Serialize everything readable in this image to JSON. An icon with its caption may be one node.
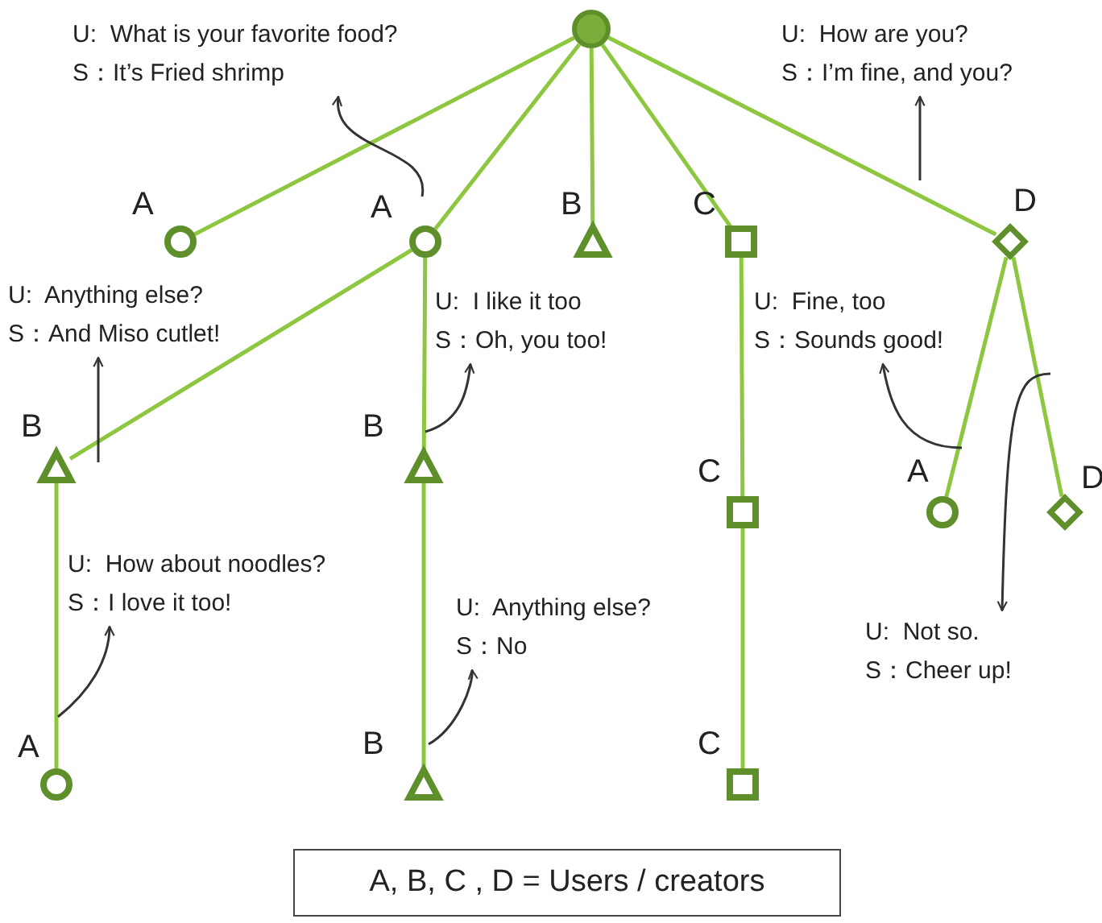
{
  "diagram": {
    "nodes": [
      {
        "text": [],
        "shape": "circle"
      },
      {
        "text": [],
        "shape": "circle",
        "beside": [
          "A"
        ]
      },
      {
        "text": [],
        "shape": "circle",
        "beside": [
          "A"
        ]
      },
      {
        "text": [],
        "shape": "triangle",
        "beside": [
          "B"
        ]
      },
      {
        "text": [],
        "shape": "box",
        "beside": [
          "C"
        ]
      },
      {
        "text": [],
        "shape": "diamond",
        "beside": [
          "D"
        ]
      },
      {
        "text": [],
        "shape": "triangle",
        "beside": [
          "B"
        ]
      },
      {
        "text": [],
        "shape": "triangle",
        "beside": [
          "B"
        ]
      },
      {
        "text": [],
        "shape": "box",
        "beside": [
          "C"
        ]
      },
      {
        "text": [],
        "shape": "circle",
        "beside": [
          "A"
        ]
      },
      {
        "text": [],
        "shape": "diamond",
        "beside": [
          "D"
        ]
      },
      {
        "text": [],
        "shape": "circle",
        "beside": [
          "A"
        ]
      },
      {
        "text": [],
        "shape": "triangle",
        "beside": [
          "B"
        ]
      },
      {
        "text": [],
        "shape": "box",
        "beside": [
          "C"
        ]
      },
      {
        "text": [
          "U:  What is your favorite food?",
          "S：It’s Fried shrimp"
        ]
      },
      {
        "text": [
          "U:  How are you?",
          "S：I’m fine, and you?"
        ]
      },
      {
        "text": [
          "U:  Anything else?",
          "S：And Miso cutlet!"
        ]
      },
      {
        "text": [
          "U:  I like it too",
          "S：Oh, you too!"
        ]
      },
      {
        "text": [
          "U:  Fine, too",
          "S：Sounds good!"
        ]
      },
      {
        "text": [
          "U:  How about noodles?",
          "S：I love it too!"
        ]
      },
      {
        "text": [
          "U:  Anything else?",
          "S：No"
        ]
      },
      {
        "text": [
          "U:  Not so.",
          "S：Cheer up!"
        ]
      }
    ],
    "edges": [
      {
        "from": 0,
        "to": 1,
        "arrow": "none"
      },
      {
        "from": 0,
        "to": 2,
        "arrow": "none"
      },
      {
        "from": 0,
        "to": 3,
        "arrow": "none"
      },
      {
        "from": 0,
        "to": 4,
        "arrow": "none"
      },
      {
        "from": 0,
        "to": 5,
        "arrow": "none"
      },
      {
        "from": 2,
        "to": 6,
        "arrow": "none"
      },
      {
        "from": 2,
        "to": 7,
        "arrow": "none"
      },
      {
        "from": 4,
        "to": 8,
        "arrow": "none"
      },
      {
        "from": 5,
        "to": 9,
        "arrow": "none"
      },
      {
        "from": 5,
        "to": 10,
        "arrow": "none"
      },
      {
        "from": 6,
        "to": 11,
        "arrow": "none"
      },
      {
        "from": 7,
        "to": 12,
        "arrow": "none"
      },
      {
        "from": 8,
        "to": 13,
        "arrow": "none"
      },
      {
        "from": null,
        "to": 14,
        "arrow": "to",
        "color": "#333333"
      },
      {
        "from": null,
        "to": 15,
        "arrow": "to",
        "color": "#333333"
      },
      {
        "from": null,
        "to": 16,
        "arrow": "to",
        "color": "#333333"
      },
      {
        "from": null,
        "to": 17,
        "arrow": "to",
        "color": "#333333"
      },
      {
        "from": null,
        "to": 18,
        "arrow": "to",
        "color": "#333333"
      },
      {
        "from": null,
        "to": 19,
        "arrow": "to",
        "color": "#333333"
      },
      {
        "from": null,
        "to": 20,
        "arrow": "to",
        "color": "#333333"
      },
      {
        "from": null,
        "to": 21,
        "arrow": "to",
        "color": "#333333"
      }
    ],
    "labels": [
      "A, B, C , D = Users / creators"
    ]
  }
}
